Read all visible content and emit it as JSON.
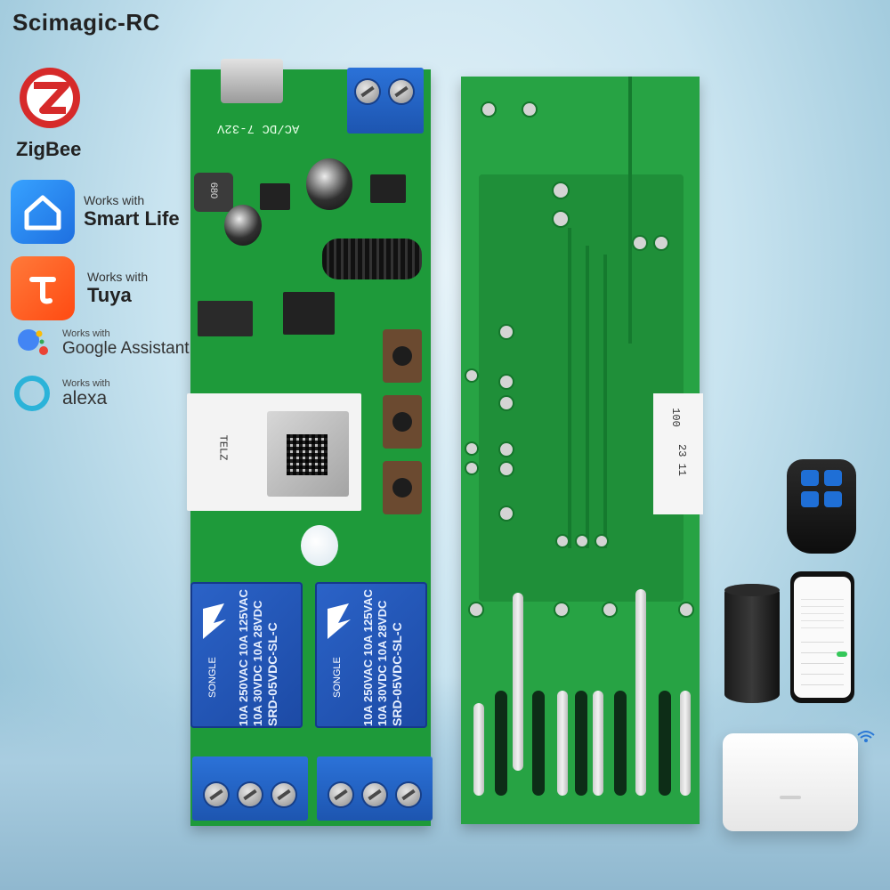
{
  "brand": {
    "name": "Scimagic-RC"
  },
  "badges": {
    "zigbee": {
      "label": "ZigBee",
      "icon": "zigbee-logo-icon",
      "color": "#d62a2a"
    },
    "smart_life": {
      "works_with": "Works with",
      "name": "Smart Life",
      "icon": "smart-life-home-icon",
      "color": "#2f8cf0"
    },
    "tuya": {
      "works_with": "Works with",
      "name": "Tuya",
      "icon": "tuya-t-icon",
      "color": "#ff5a1f"
    },
    "google": {
      "works_with": "Works with",
      "name": "Google Assistant",
      "icon": "google-assistant-dots-icon"
    },
    "alexa": {
      "works_with": "Works with",
      "name": "alexa",
      "icon": "alexa-ring-icon",
      "color": "#2bb3d9"
    }
  },
  "board_front": {
    "power_label": "AC/DC 7-32V",
    "inductor_label": "680",
    "module_label": "TELZ",
    "relays": [
      {
        "brand": "SONGLE",
        "ratings_1": "10A 250VAC 10A 125VAC",
        "ratings_2": "10A 30VDC 10A 28VDC",
        "model": "SRD-05VDC-SL-C"
      },
      {
        "brand": "SONGLE",
        "ratings_1": "10A 250VAC 10A 125VAC",
        "ratings_2": "10A 30VDC 10A 28VDC",
        "model": "SRD-05VDC-SL-C"
      }
    ]
  },
  "board_back": {
    "sticker_1": "100",
    "sticker_2": "23 11"
  },
  "accessories": [
    "rf-remote",
    "smart-speaker",
    "smartphone-app",
    "zigbee-gateway-hub"
  ]
}
